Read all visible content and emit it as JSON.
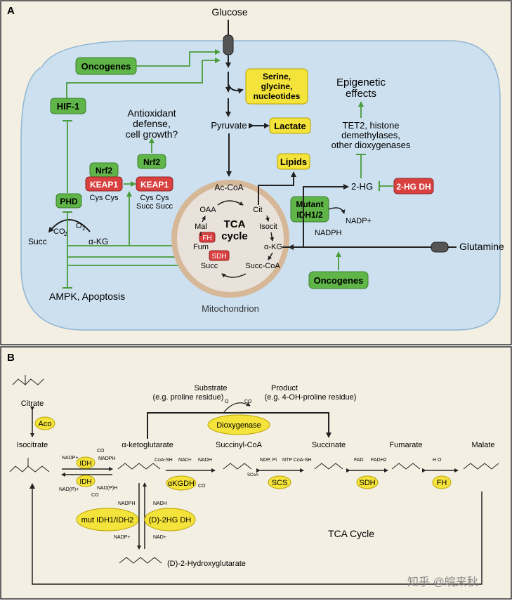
{
  "panelA": {
    "label": "A",
    "glucose": "Glucose",
    "glutamine": "Glutamine",
    "mitochondrion": "Mitochondrion",
    "oncogenes_top": "Oncogenes",
    "oncogenes_bottom": "Oncogenes",
    "hif1": "HIF-1",
    "phd": "PHD",
    "nrf2_left": "Nrf2",
    "keap1_left": "KEAP1",
    "cys_left": "Cys  Cys",
    "nrf2_right": "Nrf2",
    "keap1_right": "KEAP1",
    "cys_right_1": "Cys   Cys",
    "cys_right_2": "Succ  Succ",
    "antioxidant": [
      "Antioxidant",
      "defense,",
      "cell growth?"
    ],
    "serine_box": [
      "Serine,",
      "glycine,",
      "nucleotides"
    ],
    "pyruvate": "Pyruvate",
    "lactate": "Lactate",
    "lipids": "Lipids",
    "epigenetic": [
      "Epigenetic",
      "effects"
    ],
    "tet2": [
      "TET2, histone",
      "demethylases,",
      "other dioxygenases"
    ],
    "two_hg": "2-HG",
    "hg_dh": "2-HG DH",
    "mutant_idh": [
      "Mutant",
      "IDH1/2"
    ],
    "nadp_plus": "NADP+",
    "nadph": "NADPH",
    "acoa": "Ac-CoA",
    "oaa": "OAA",
    "cit": "Cit",
    "isocit": "Isocit",
    "mal": "Mal",
    "fum": "Fum",
    "fh": "FH",
    "sdh": "SDH",
    "akg": "α-KG",
    "succ": "Succ",
    "succcoa": "Succ-CoA",
    "tca": [
      "TCA",
      "cycle"
    ],
    "succ_left": "Succ",
    "akg_left": "α-KG",
    "co2": "CO",
    "co2_sub": "2",
    "o2": "O",
    "o2_sub": "2",
    "ampk": "AMPK, Apoptosis"
  },
  "panelB": {
    "label": "B",
    "citrate": "Citrate",
    "aco": "Aco",
    "isocitrate": "Isocitrate",
    "substrate": [
      "Substrate",
      "(e.g. proline residue)"
    ],
    "product": [
      "Product",
      "(e.g. 4-OH-proline residue)"
    ],
    "o2": "O",
    "co2": "CO",
    "dioxygenase": "Dioxygenase",
    "akg": "α-ketoglutarate",
    "succoa": "Succinyl-CoA",
    "succinate": "Succinate",
    "fumarate": "Fumarate",
    "malate": "Malate",
    "idh_top": "IDH",
    "idh_bot": "IDH",
    "nadp_plus_a": "NADP+",
    "co2_a": "CO",
    "nadph_a": "NADPH",
    "nadp_b": "NAD(P)+",
    "nadph_b": "NAD(P)H",
    "co2_b": "CO",
    "akgdh": "αKGDH",
    "coash": "CoA-SH",
    "nad_plus": "NAD+",
    "nadh": "NADH",
    "co2_c": "CO",
    "scs": "SCS",
    "ndp": "NDP, Pi",
    "ntp": "NTP CoA-SH",
    "sdh": "SDH",
    "fad": "FAD",
    "fadh2": "FADH2",
    "fh": "FH",
    "h2o": "H O",
    "mutidh": "mut IDH1/IDH2",
    "d2hgdh": "(D)-2HG DH",
    "nadph_c": "NADPH",
    "nadp_c": "NADP+",
    "nadh_c": "NADH",
    "nad_c": "NAD+",
    "d2hg": "(D)-2-Hydroxyglutarate",
    "tca_cycle": "TCA Cycle",
    "watermark": "知乎 @皖来秋",
    "scoa": "SCoA"
  },
  "colors": {
    "cell_fill": "#cde0ef",
    "panel_b_bg": "#f4efe3",
    "green_box": "#5fb548",
    "red_box": "#d94040",
    "yellow_box": "#f4e33a",
    "green_line": "#4a9c3a",
    "mito_fill": "#e9e2db",
    "mito_ring": "#d6b898"
  }
}
